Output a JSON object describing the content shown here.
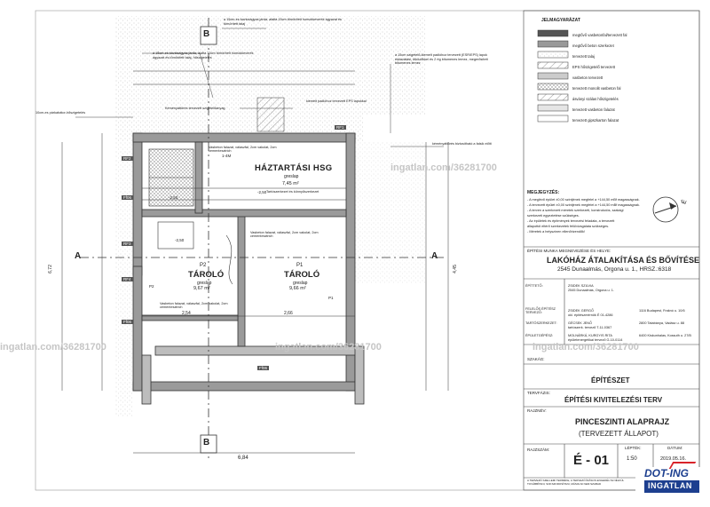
{
  "plan": {
    "section_marker": "B",
    "side_marker": "A",
    "floor_label": "HÁZTARTÁSI HSG",
    "floor_material": "greslap",
    "floor_area": "7,45 m²",
    "room_p2_name": "TÁROLÓ",
    "room_p2_number": "P2",
    "room_p2_area": "9,67 m²",
    "room_p1_name": "TÁROLÓ",
    "room_p1_number": "P1",
    "room_p1_area": "9,66 m²",
    "p2_material": "greslap",
    "p1_material": "greslap",
    "dim_total_bottom": "6,84",
    "dim_bottom_left": "2,54",
    "dim_bottom_right": "2,66",
    "dim_left_total": "6,72",
    "dim_right_total": "4,45",
    "level_mark_1": "-2,50",
    "level_mark_2": "-2,50",
    "level_mark_3": "-2,50",
    "room_tag_1": "P1",
    "room_tag_2": "P2",
    "note_stair": "1-4M",
    "note_wall_left": "10cm-es párkabátor-hőszigetelés",
    "note_top_1": "a 15cm-es kavicságyas járda, alatta 15cm tömörített homokkeverék ágyazat és tömörített talaj",
    "note_top_2": "a 15cm-es kavicságyas járda, alatta 15cm tömörített homokkeverék ágyazat és tömörített talaj, hőszigetelés",
    "note_right_1": "a 15cm szigetelő-kiemelt padlóhoz tervezett (ESR/EPS) lapok ekkavátási, ütközőkkel és 2 rtg bitumenes lemez, megerősített bitumenes lemez",
    "note_right_2": "kéményáttörés biztosítható a falsík előtt",
    "note_middle": "kiemelt padlóhoz tervezett EPS lapokkal",
    "note_chimney": "Kéményáttörés tervezett szigetelőanyag",
    "room_note_1": "Vasbeton falazat, válaszfal, 2cm vakolat, 2cm cementesztrich",
    "room_note_2": "Vasbeton falazat, válaszfal, 2cm vakolat, 2cm cementesztrich",
    "room_note_3": "Vasbeton falazat, válaszfal, 2cm vakolat, 2cm cementesztrich",
    "room_note_4": "Tartószerkezet és könnyűszerkezet",
    "tag_rf1": "RF1",
    "tag_rf2": "RF2",
    "tag_rf3": "RF3",
    "tag_rf4": "RF4",
    "tag_bottom": "Ff06",
    "tag_left_1": "Ff06",
    "tag_left_2": "Ff06"
  },
  "watermark": "ingatlan.com/36281700",
  "legend": {
    "title": "JELMAGYARÁZAT",
    "items": [
      {
        "label": "megtővő vasbetonfal/tervezett fal"
      },
      {
        "label": "megtővő beton szerkezet"
      },
      {
        "label": "tervezett talaj"
      },
      {
        "label": "EPS hőszigetelő tervezett"
      },
      {
        "label": "vasbeton tervezett"
      },
      {
        "label": "tervezett monolit vasbeton fal"
      },
      {
        "label": "ásványi szálas hőszigetelés"
      },
      {
        "label": "tervezett vasbeton falazat"
      },
      {
        "label": "tervezett gipszkarton falazat"
      }
    ]
  },
  "notes": {
    "title": "MEGJEGYZÉS:",
    "lines": [
      "- A meglévő épület ±0,00 szintjének megfelel a +144,50 mBf magasságnak.",
      "- A tervezett épület ±0,00 szintjének megfelel a +144,50 mBf magasságnak.",
      "- A terven a szerkezeti méretek szerkezeti, konstrukciós, szakági",
      "  szerkezeti egyeztetése szükséges.",
      "- Az épületek és építmények tervezési feladata, a tervezett",
      "  állapottól eltérő szerkezetek felülvizsgálata szükséges.",
      "- Méretek a helyszínen ellenőrizendők!"
    ]
  },
  "north_label": "É",
  "project": {
    "header": "ÉPÍTÉSI MUNKA MEGNEVEZÉSE ÉS HELYE:",
    "title": "LAKÓHÁZ ÁTALAKÍTÁSA ÉS BŐVÍTÉSE",
    "address": "2545 Dunaalmás, Orgona u. 1., HRSZ.:6318"
  },
  "people": [
    {
      "role": "ÉPÍTTETŐ:",
      "name": "ZSIDEK SZILVIA",
      "detail": "2545 Dunaalmás, Orgona u. 1.",
      "contact": ""
    },
    {
      "role": "FELELŐS ÉPÍTÉSZ TERVEZŐ:",
      "name": "ZSIDEK GERGŐ",
      "detail": "okl. építészmérnök É 01-4286",
      "contact": "1116 Budapest, Fraknó u. 10/6"
    },
    {
      "role": "TARTÓSZERKEZET:",
      "name": "GÉCSEK JENŐ",
      "detail": "tartószerk. tervező T-11-0367",
      "contact": "2800 Tatabánya, Vadász u. 88"
    },
    {
      "role": "ÉPÜLETGÉPÉSZ:",
      "name": "MOLNÁRKÁ, KURGYIS RITA",
      "detail": "épületenergetikai tervező G-10-0114",
      "contact": "6400 Kiskunhalas, Kossuth u. 27/B"
    }
  ],
  "sheet_info": {
    "szakag_label": "SZAKÁG:",
    "szakag": "ÉPÍTÉSZET",
    "tervfazis_label": "TERVFÁZIS:",
    "tervfazis": "ÉPÍTÉSI KIVITELEZÉSI TERV",
    "rajzinev_label": "RAJZNÉV:",
    "rajzinev_1": "PINCESZINTI ALAPRAJZ",
    "rajzinev_2": "(TERVEZETT ÁLLAPOT)",
    "rajzszam_label": "RAJZSZÁM:",
    "rajzszam": "É - 01",
    "lepték_label": "LÉPTÉK:",
    "lepték": "1:50",
    "datum_label": "DÁTUM:",
    "datum": "2019.05.16.",
    "footer_text": "A TERVEZŐ SZELLEMI TERMÉKE, A TERVEZŐ ÍRÁSOS ENGEDÉLYE NÉLKÜL TOVÁBBÍTANI, SOKSZOROSÍTANI, MÁSOLNI NEM SZABAD"
  },
  "logo": {
    "line1": "DOT-ING",
    "line2": "INGATLAN"
  },
  "colors": {
    "wall": "#9a9a9a",
    "line": "#333333",
    "logo_blue": "#1d3f8f",
    "logo_red": "#d9232a",
    "watermark": "#bfbfbf"
  }
}
